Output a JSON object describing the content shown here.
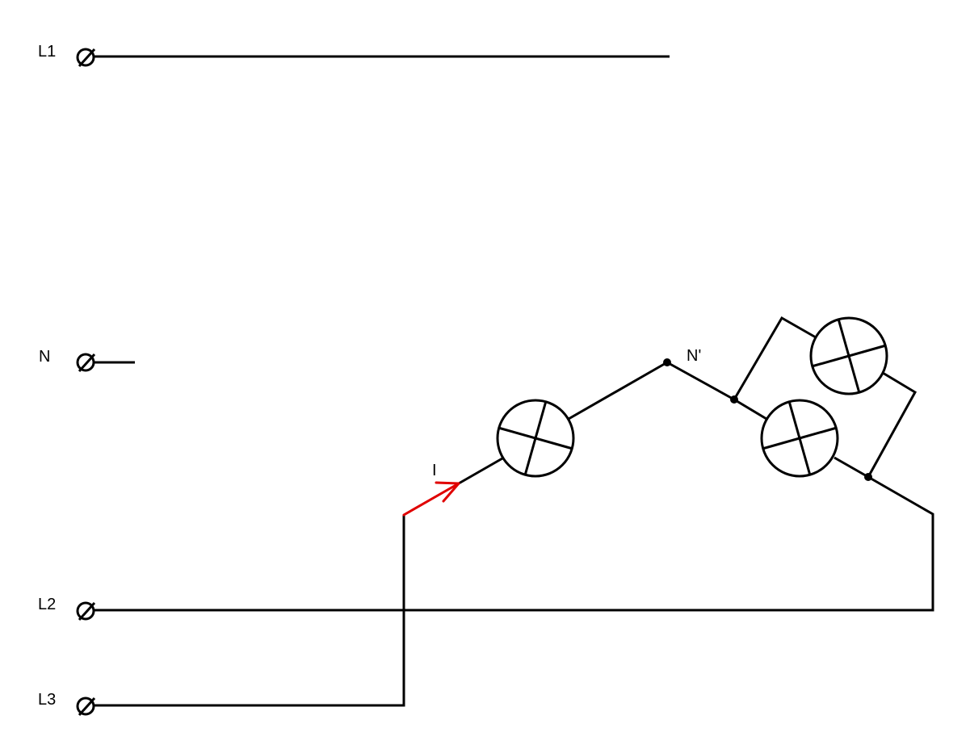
{
  "terminals": {
    "l1": "L1",
    "n": "N",
    "l2": "L2",
    "l3": "L3"
  },
  "star_point_label": "N'",
  "current_label": "I",
  "colors": {
    "wire": "#000000",
    "current": "#e00000"
  }
}
